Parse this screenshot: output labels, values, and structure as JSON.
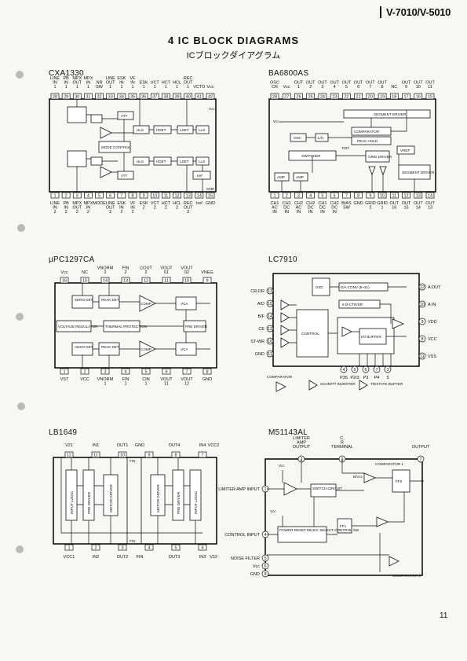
{
  "header": {
    "model": "V-7010/V-5010"
  },
  "title": "4  IC BLOCK DIAGRAMS",
  "subtitle": "ICブロックダイアグラム",
  "page_number": "11",
  "ics": {
    "cxa1330": {
      "name": "CXA1330",
      "top_labels": [
        "LINE IN 1",
        "PB IN 1",
        "MPX OUT 1",
        "MPX IN 1",
        "NR SW",
        "LINE OUT 1",
        "ESK IN 1",
        "VF IN 1",
        "ESK 1",
        "VCT 1",
        "HCT 1",
        "HCL 1",
        "REC OUT 1",
        "VCTO",
        "Vcc"
      ],
      "bottom_labels": [
        "LINE IN 2",
        "PB IN 2",
        "MPX OUT 2",
        "MPX IN 2",
        "MODE",
        "LINE OUT 2",
        "ESK IN 2",
        "VF IN 2",
        "ESK 2",
        "VCT 2",
        "HCT 2",
        "HCL 2",
        "REC OUT 2",
        "Iref",
        "GND"
      ],
      "top_pins": [
        "28",
        "29",
        "30",
        "31",
        "32",
        "33",
        "34",
        "35",
        "36",
        "37",
        "38",
        "39",
        "40",
        "41",
        "42"
      ],
      "bottom_pins": [
        "1",
        "2",
        "3",
        "4",
        "5",
        "6",
        "7",
        "8",
        "9",
        "10",
        "11",
        "12",
        "13",
        "14",
        "15"
      ],
      "blocks": [
        "ATT",
        "HLS",
        "HDET",
        "LDET",
        "LLS",
        "ATT",
        "HLS",
        "HDET",
        "LDET",
        "LLS",
        "MODE CONTROL",
        "Iref"
      ],
      "annotations": [
        "GND",
        "Vcc"
      ]
    },
    "ba6800as": {
      "name": "BA6800AS",
      "top_labels": [
        "OSC CR",
        "Vcc",
        "OUT 1",
        "OUT 2",
        "OUT 3",
        "OUT 4",
        "OUT 5",
        "OUT 6",
        "OUT 7",
        "OUT 8",
        "NC",
        "OUT 9",
        "OUT 10",
        "OUT 11",
        "OUT 12"
      ],
      "bottom_labels": [
        "CH1 AC IN",
        "CH1 DC IN",
        "CH2 AC IN",
        "CH2 DC IN",
        "CH1 DC IN",
        "CH2 DC IN",
        "BIAS SW",
        "GND",
        "GRID 2",
        "GRID 1",
        "OUT 16",
        "OUT 15",
        "OUT 14",
        "OUT 13"
      ],
      "top_pins": [
        "28",
        "27",
        "26",
        "25",
        "24",
        "23",
        "22",
        "21",
        "20",
        "19",
        "18",
        "17",
        "16",
        "15"
      ],
      "bottom_pins": [
        "1",
        "2",
        "3",
        "4",
        "5",
        "6",
        "7",
        "8",
        "9",
        "10",
        "11",
        "12",
        "13",
        "14"
      ],
      "blocks": [
        "SEGMENT DRIVER",
        "COMPARATOR",
        "PEAK HOLD",
        "OSC",
        "L/H",
        "RST",
        "SWITCHER",
        "GRID DRIVER",
        "VREF",
        "AMP",
        "AMP",
        "SEGMENT DRIVER"
      ],
      "annotations": [
        "Vcc"
      ]
    },
    "upc1297ca": {
      "name": "µPC1297CA",
      "top_labels": [
        "Vcc",
        "NC",
        "VNORM 2",
        "FIN 2",
        "COUT 2",
        "VOUT 01",
        "VOUT 02",
        "VNEG"
      ],
      "bottom_labels": [
        "VST",
        "VCC",
        "VNORM 1",
        "FIN 1",
        "CIN 1",
        "VOUT 11",
        "VOUT 12",
        "GND"
      ],
      "top_pins": [
        "16",
        "15",
        "14",
        "13",
        "12",
        "11",
        "10",
        "9"
      ],
      "bottom_pins": [
        "1",
        "2",
        "3",
        "4",
        "5",
        "6",
        "7",
        "8"
      ],
      "blocks": [
        "SERO DET",
        "PEAK DET",
        "COMP",
        "VCA",
        "VOLTAGE REGULATOR",
        "THERMAL PROTECTION",
        "PRE DRIVER",
        "ADSO DET",
        "PEAK DET",
        "COMP",
        "VCA"
      ]
    },
    "lc7910": {
      "name": "LC7910",
      "left_labels": [
        "CR-DR",
        "A/D",
        "B/F",
        "CE",
        "ST-WR",
        "GND"
      ],
      "left_pins": [
        "13",
        "15",
        "14",
        "12",
        "16",
        "11"
      ],
      "right_labels": [
        "A OUT",
        "A IN",
        "VDD",
        "VCC",
        "VSS"
      ],
      "right_pins": [
        "12",
        "10",
        "9",
        "8",
        "11"
      ],
      "bottom_labels": [
        "P35",
        "P2/3",
        "P3",
        "P4",
        "5"
      ],
      "bottom_pins": [
        "4",
        "5",
        "6",
        "7",
        "3"
      ],
      "blocks": [
        "OSC",
        "D/A CONV (8~21)",
        "6 M CTR/SR",
        "CONTROL",
        "I/O BUFFER"
      ],
      "legend": [
        "COMPARATOR",
        "SCHMITT INVERTER",
        "TRISTATE BUFFER"
      ]
    },
    "lb1649": {
      "name": "LB1649",
      "top_labels": [
        "V21",
        "IN1",
        "OUT1",
        "GND",
        "OUT4",
        "IN4",
        "VCC2"
      ],
      "bottom_labels": [
        "VCC1",
        "IN2",
        "OUT2",
        "FIN",
        "OUT3",
        "IN3",
        "V22"
      ],
      "top_pins": [
        "12",
        "11",
        "10",
        "9",
        "8",
        "7"
      ],
      "bottom_pins": [
        "1",
        "2",
        "3",
        "4",
        "5",
        "6"
      ],
      "fin_label": "FIN",
      "blocks": [
        "INPUT LOGIC",
        "PRE DRIVER",
        "MOTOR DRIVER",
        "MOTOR DRIVER",
        "PRE DRIVER",
        "INPUT LOGIC"
      ]
    },
    "m51143al": {
      "name": "M51143AL",
      "top_labels": [
        "LIMITER AMP OUTPUT",
        "C, R TERMINAL",
        "OUTPUT"
      ],
      "top_pins": [
        "2",
        "3",
        "7"
      ],
      "left_labels": [
        "LIMITER AMP INPUT",
        "CONTROL INPUT",
        "NOISE FILTER",
        "Vcc",
        "GND"
      ],
      "left_pins": [
        "1",
        "4",
        "5",
        "6",
        "8"
      ],
      "blocks": [
        "SWITCH CIRCUIT",
        "COMPARATOR 1",
        "FF2",
        "FF1",
        "POWER RESET MUSIC SELECT CONTROL SW",
        "COMPARATOR 2"
      ],
      "annotations": [
        "B/Vcc",
        "Vcc",
        "Vcc"
      ]
    }
  }
}
